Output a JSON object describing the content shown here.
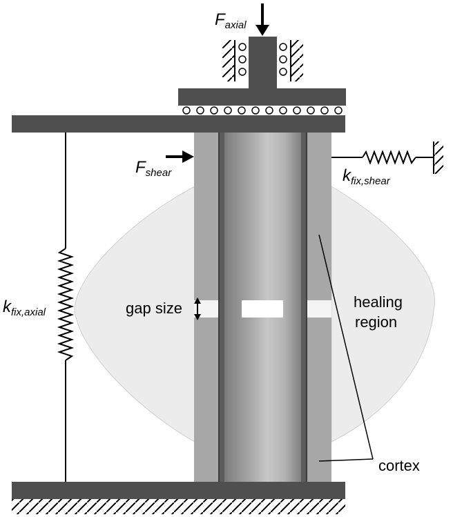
{
  "labels": {
    "f_axial": {
      "main": "F",
      "sub": "axial"
    },
    "f_shear": {
      "main": "F",
      "sub": "shear"
    },
    "k_fix_shear": {
      "main": "k",
      "sub": "fix,shear"
    },
    "k_fix_axial": {
      "main": "k",
      "sub": "fix,axial"
    },
    "gap_size": "gap size",
    "healing_region_line1": "healing",
    "healing_region_line2": "region",
    "cortex": "cortex"
  },
  "colors": {
    "fixator_plate": "#4f4f4f",
    "cortex_outer": "#a7a7a7",
    "marrow_dark": "#6e6e6e",
    "marrow_mid": "#8c8c8c",
    "marrow_light": "#c8c8c8",
    "healing_region": "#ececec",
    "line": "#000000"
  }
}
